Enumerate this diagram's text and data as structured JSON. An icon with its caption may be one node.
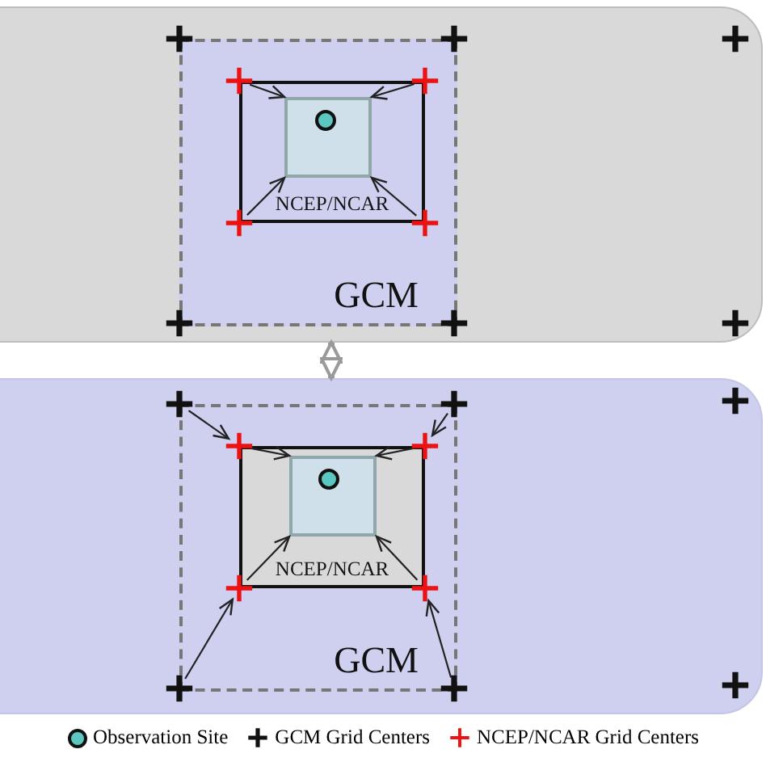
{
  "diagram": {
    "nodes": [
      {
        "text": [],
        "shape": "band"
      },
      {
        "text": [
          "GCM"
        ],
        "in": 0
      },
      {
        "text": [
          "NCEP/NCAR"
        ],
        "in": 1
      },
      {
        "text": [],
        "shape": "box",
        "in": 2
      },
      {
        "text": [],
        "shape": "cross",
        "in": 1
      },
      {
        "text": [],
        "shape": "cross",
        "in": 1
      },
      {
        "text": [],
        "shape": "cross",
        "in": 1
      },
      {
        "text": [],
        "shape": "cross",
        "in": 1
      },
      {
        "text": [],
        "shape": "band"
      },
      {
        "text": [
          "GCM"
        ],
        "in": 8
      },
      {
        "text": [
          "NCEP/NCAR"
        ],
        "in": 9
      },
      {
        "text": [],
        "shape": "box",
        "in": 10
      },
      {
        "text": [],
        "shape": "cross",
        "in": 8
      },
      {
        "text": [],
        "shape": "cross",
        "in": 8
      },
      {
        "text": [],
        "shape": "cross",
        "in": 8
      },
      {
        "text": [],
        "shape": "cross",
        "in": 8
      },
      {
        "text": [],
        "shape": "cross",
        "in": 9
      },
      {
        "text": [],
        "shape": "cross",
        "in": 9
      },
      {
        "text": [],
        "shape": "cross",
        "in": 9
      },
      {
        "text": [],
        "shape": "cross",
        "in": 9
      }
    ],
    "edges": [
      {
        "from": 4,
        "to": 3,
        "arrow": "to"
      },
      {
        "from": 5,
        "to": 3,
        "arrow": "to"
      },
      {
        "from": 6,
        "to": 3,
        "arrow": "to"
      },
      {
        "from": 7,
        "to": 3,
        "arrow": "to"
      },
      {
        "from": 0,
        "to": 8,
        "arrow": "both",
        "style": "thick",
        "color": "#9a9a9a"
      },
      {
        "from": 12,
        "to": 16,
        "arrow": "to"
      },
      {
        "from": 13,
        "to": 17,
        "arrow": "to"
      },
      {
        "from": 14,
        "to": 18,
        "arrow": "to"
      },
      {
        "from": 15,
        "to": 19,
        "arrow": "to"
      },
      {
        "from": 16,
        "to": 11,
        "arrow": "to"
      },
      {
        "from": 17,
        "to": 11,
        "arrow": "to"
      },
      {
        "from": 18,
        "to": 11,
        "arrow": "to"
      },
      {
        "from": 19,
        "to": 11,
        "arrow": "to"
      }
    ],
    "legend": [
      {
        "text": "Observation Site"
      },
      {
        "text": "GCM Grid Centers"
      },
      {
        "text": "NCEP/NCAR Grid Centers"
      }
    ]
  }
}
